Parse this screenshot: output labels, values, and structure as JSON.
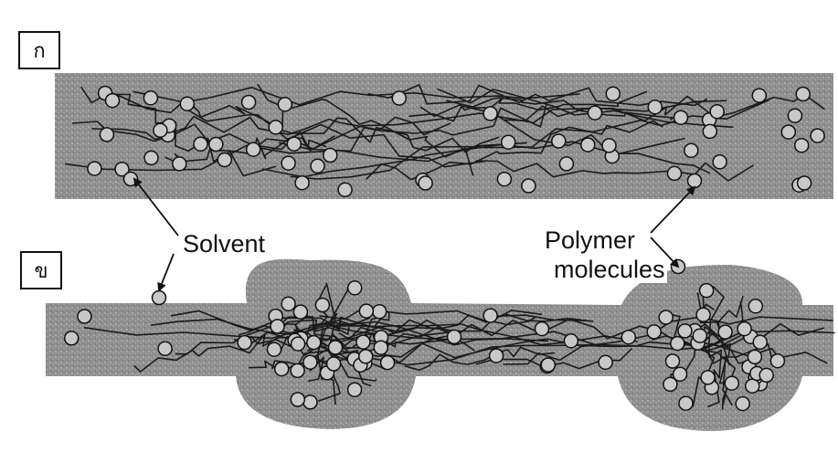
{
  "panels": {
    "a": {
      "label": "ก"
    },
    "b": {
      "label": "ข"
    }
  },
  "callouts": {
    "solvent": "Solvent",
    "polymer_line1": "Polymer",
    "polymer_line2": "molecules"
  },
  "colors": {
    "film": "#8e8e8e",
    "film_speckle": "#c9c9c9",
    "chain": "#1a1a1a",
    "molecule_fill": "#c8c8c8",
    "molecule_stroke": "#111111",
    "text": "#111111"
  }
}
